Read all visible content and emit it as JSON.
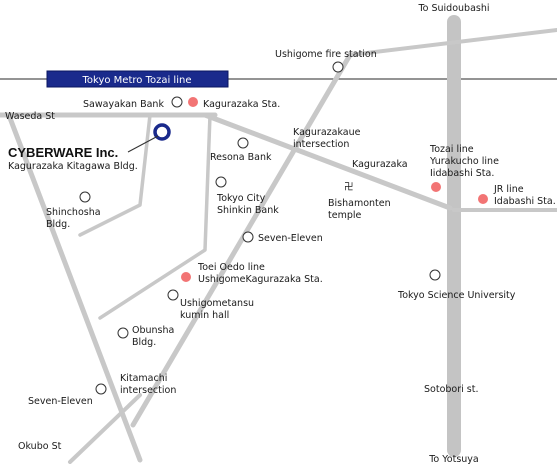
{
  "metro_line": {
    "label": "Tokyo Metro Tozai line",
    "color": "#1a2a8c"
  },
  "streets": {
    "waseda": "Waseda St",
    "okubo": "Okubo St",
    "sotobori": "Sotobori st.",
    "kagurazaka": "Kagurazaka",
    "to_suidoubashi": "To Suidoubashi",
    "to_yotsuya": "To Yotsuya"
  },
  "company": {
    "name": "CYBERWARE Inc.",
    "building": "Kagurazaka Kitagawa Bldg.",
    "marker_color": "#1a2a8c"
  },
  "stations": {
    "kagurazaka": "Kagurazaka Sta.",
    "iidabashi_tozai_1": "Tozai line",
    "iidabashi_tozai_2": "Yurakucho line",
    "iidabashi_tozai_3": "Iidabashi Sta.",
    "jr_1": "JR line",
    "jr_2": "Idabashi Sta.",
    "oedo_1": "Toei Oedo line",
    "oedo_2": "UshigomeKagurazaka Sta.",
    "color": "#f27474"
  },
  "places": {
    "fire_station": "Ushigome fire station",
    "sawayakan": "Sawayakan Bank",
    "resona": "Resona Bank",
    "kagurazakaue_1": "Kagurazakaue",
    "kagurazakaue_2": "intersection",
    "tokyo_city_1": "Tokyo City",
    "tokyo_city_2": "Shinkin Bank",
    "bishamonten_1": "Bishamonten",
    "bishamonten_2": "temple",
    "temple_symbol": "卍",
    "shinchosha_1": "Shinchosha",
    "shinchosha_2": "Bldg.",
    "seven_eleven_1": "Seven-Eleven",
    "tokyo_science": "Tokyo Science University",
    "ushigometansu_1": "Ushigometansu",
    "ushigometansu_2": "kumin hall",
    "obunsha_1": "Obunsha",
    "obunsha_2": "Bldg.",
    "kitamachi_1": "Kitamachi",
    "kitamachi_2": "intersection",
    "seven_eleven_2": "Seven-Eleven"
  }
}
